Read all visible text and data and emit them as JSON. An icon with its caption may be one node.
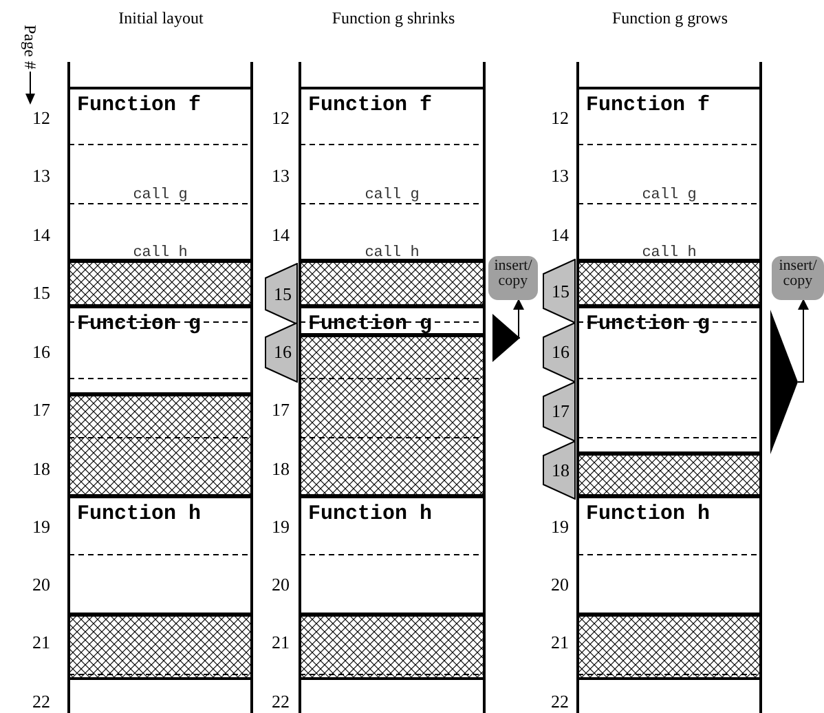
{
  "diagram": {
    "nodes": [
      {
        "text": [
          "Function f",
          "call g",
          "call h"
        ]
      },
      {
        "text": [],
        "shape": "box"
      },
      {
        "text": [
          "Function g"
        ]
      },
      {
        "text": [],
        "shape": "box"
      },
      {
        "text": [
          "Function h"
        ]
      },
      {
        "text": [],
        "shape": "box"
      },
      {
        "text": [
          "Function f",
          "call g",
          "call h"
        ]
      },
      {
        "text": [],
        "shape": "box"
      },
      {
        "text": [
          "Function g"
        ]
      },
      {
        "text": [],
        "shape": "box"
      },
      {
        "text": [
          "Function h"
        ]
      },
      {
        "text": [],
        "shape": "box"
      },
      {
        "text": [
          "15"
        ]
      },
      {
        "text": [
          "16"
        ]
      },
      {
        "text": [],
        "shape": "triangle"
      },
      {
        "text": [
          "insert/ copy"
        ]
      },
      {
        "text": [
          "Function f",
          "call g",
          "call h"
        ]
      },
      {
        "text": [],
        "shape": "box"
      },
      {
        "text": [
          "Function g"
        ]
      },
      {
        "text": [],
        "shape": "box"
      },
      {
        "text": [
          "Function h"
        ]
      },
      {
        "text": [],
        "shape": "box"
      },
      {
        "text": [
          "15"
        ]
      },
      {
        "text": [
          "16"
        ]
      },
      {
        "text": [
          "17"
        ]
      },
      {
        "text": [
          "18"
        ]
      },
      {
        "text": [],
        "shape": "triangle"
      },
      {
        "text": [
          "insert/ copy"
        ]
      }
    ],
    "edges": [
      {
        "from": 14,
        "to": 15,
        "arrow": "to"
      },
      {
        "from": 26,
        "to": 27,
        "arrow": "to"
      }
    ],
    "labels": [
      "Initial layout",
      "Function g shrinks",
      "Function g grows",
      "Page #",
      "12",
      "13",
      "14",
      "15",
      "16",
      "17",
      "18",
      "19",
      "20",
      "21",
      "22",
      "12",
      "13",
      "14",
      "17",
      "18",
      "19",
      "20",
      "21",
      "22",
      "12",
      "13",
      "14",
      "19",
      "20",
      "21",
      "22"
    ]
  }
}
